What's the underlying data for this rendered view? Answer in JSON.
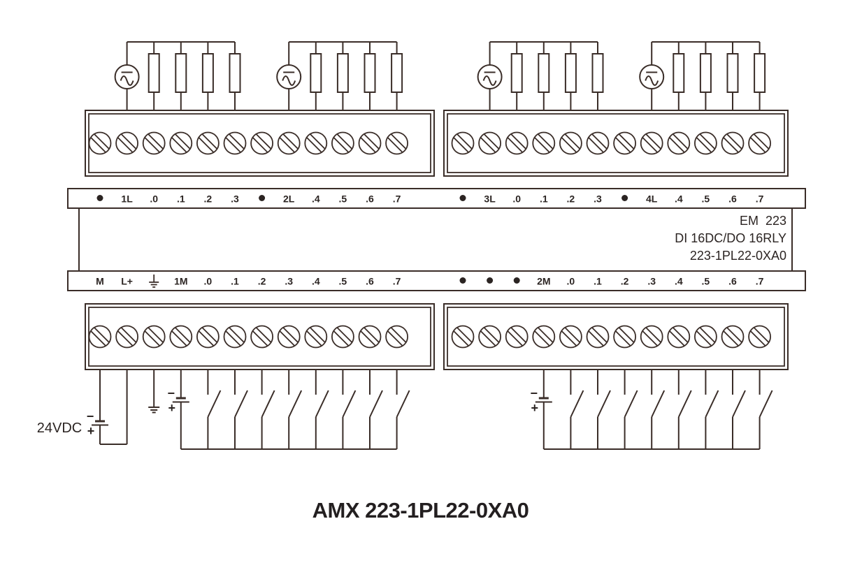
{
  "diagram": {
    "caption": "AMX 223-1PL22-0XA0",
    "module_label_lines": [
      "EM  223",
      "DI 16DC/DO 16RLY",
      "223-1PL22-0XA0"
    ],
    "supply_voltage_label": "24VDC",
    "battery_minus_sign": "−",
    "battery_plus_sign": "+",
    "output_terminal_labels_left_block": [
      "●",
      "1L",
      ".0",
      ".1",
      ".2",
      ".3",
      "●",
      "2L",
      ".4",
      ".5",
      ".6",
      ".7"
    ],
    "output_terminal_labels_right_block": [
      "●",
      "3L",
      ".0",
      ".1",
      ".2",
      ".3",
      "●",
      "4L",
      ".4",
      ".5",
      ".6",
      ".7"
    ],
    "input_terminal_labels_left_block": [
      "M",
      "L+",
      "⏚",
      "1M",
      ".0",
      ".1",
      ".2",
      ".3",
      ".4",
      ".5",
      ".6",
      ".7"
    ],
    "input_terminal_labels_right_block": [
      "●",
      "●",
      "●",
      "2M",
      ".0",
      ".1",
      ".2",
      ".3",
      ".4",
      ".5",
      ".6",
      ".7"
    ],
    "colors": {
      "line": "#3a2d28",
      "label_text": "#2b2422",
      "title_text": "#231f20",
      "background": "#ffffff"
    }
  }
}
